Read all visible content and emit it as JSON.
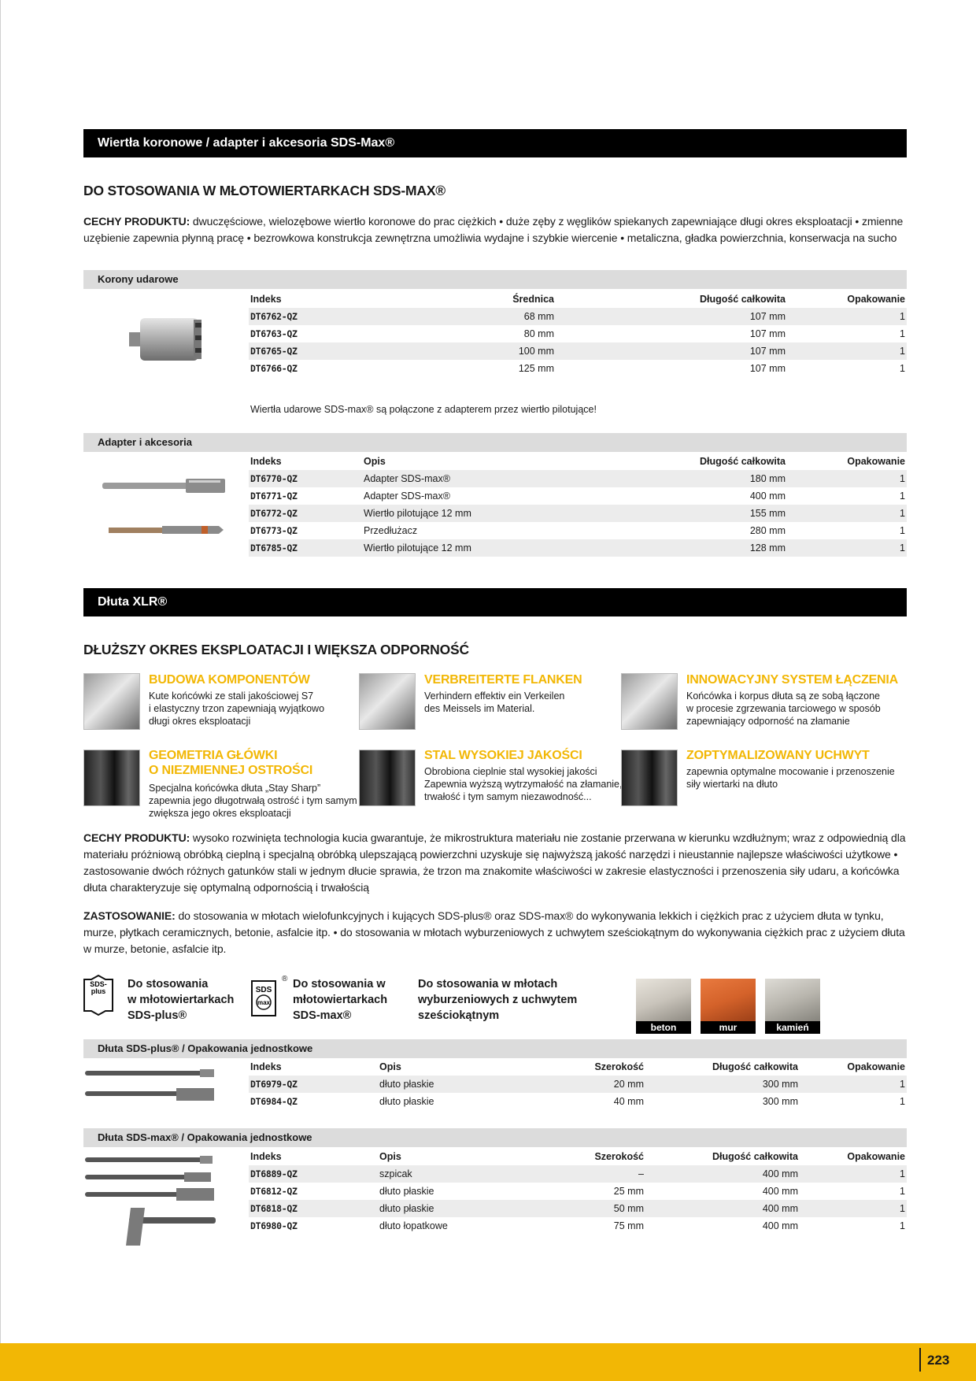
{
  "section1": {
    "title": "Wiertła koronowe / adapter i akcesoria SDS-Max®",
    "heading": "DO STOSOWANIA W MŁOTOWIERTARKACH SDS-MAX®",
    "features_label": "CECHY PRODUKTU:",
    "features_text": " dwuczęściowe, wielozębowe wiertło koronowe do prac ciężkich • duże zęby z węglików spiekanych zapewniające długi okres eksploatacji • zmienne uzębienie zapewnia płynną pracę • bezrowkowa konstrukcja zewnętrzna umożliwia wydajne i szybkie wiercenie • metaliczna, gładka powierzchnia, konserwacja na sucho"
  },
  "korony": {
    "title": "Korony udarowe",
    "headers": [
      "Indeks",
      "Średnica",
      "Długość całkowita",
      "Opakowanie"
    ],
    "rows": [
      [
        "DT6762-QZ",
        "68 mm",
        "107 mm",
        "1"
      ],
      [
        "DT6763-QZ",
        "80 mm",
        "107 mm",
        "1"
      ],
      [
        "DT6765-QZ",
        "100 mm",
        "107 mm",
        "1"
      ],
      [
        "DT6766-QZ",
        "125 mm",
        "107 mm",
        "1"
      ]
    ],
    "note": "Wiertła udarowe SDS-max® są połączone z adapterem przez wiertło pilotujące!"
  },
  "adapter": {
    "title": "Adapter  i akcesoria",
    "headers": [
      "Indeks",
      "Opis",
      "Długość całkowita",
      "Opakowanie"
    ],
    "rows": [
      [
        "DT6770-QZ",
        "Adapter SDS-max®",
        "180 mm",
        "1"
      ],
      [
        "DT6771-QZ",
        "Adapter SDS-max®",
        "400 mm",
        "1"
      ],
      [
        "DT6772-QZ",
        "Wiertło pilotujące 12 mm",
        "155 mm",
        "1"
      ],
      [
        "DT6773-QZ",
        "Przedłużacz",
        "280 mm",
        "1"
      ],
      [
        "DT6785-QZ",
        "Wiertło pilotujące 12 mm",
        "128 mm",
        "1"
      ]
    ]
  },
  "section2": {
    "title": "Dłuta XLR®",
    "heading": "DŁUŻSZY OKRES EKSPLOATACJI I WIĘKSZA ODPORNOŚĆ"
  },
  "features": [
    {
      "title": "BUDOWA KOMPONENTÓW",
      "text": [
        "Kute końcówki ze stali jakościowej S7",
        "i elastyczny trzon zapewniają wyjątkowo",
        "długi okres eksploatacji"
      ]
    },
    {
      "title": "VERBREITERTE FLANKEN",
      "text": [
        "Verhindern effektiv ein Verkeilen",
        "des Meissels im Material."
      ]
    },
    {
      "title": "INNOWACYJNY SYSTEM ŁĄCZENIA",
      "text": [
        "Końcówka i korpus dłuta są ze sobą łączone",
        "w procesie zgrzewania tarciowego w sposób",
        "zapewniający odporność na złamanie"
      ]
    },
    {
      "title": "GEOMETRIA GŁÓWKI",
      "title2": "O NIEZMIENNEJ OSTROŚCI",
      "text": [
        "Specjalna końcówka dłuta „Stay Sharp”",
        "zapewnia jego długotrwałą ostrość i tym samym",
        "zwiększa jego okres eksploatacji"
      ]
    },
    {
      "title": "STAL WYSOKIEJ JAKOŚCI",
      "text": [
        "Obrobiona cieplnie stal wysokiej jakości",
        "Zapewnia wyższą wytrzymałość na złamanie,",
        "trwałość i tym samym niezawodność..."
      ]
    },
    {
      "title": "ZOPTYMALIZOWANY UCHWYT",
      "text": [
        "zapewnia optymalne mocowanie i przenoszenie",
        "siły wiertarki na dłuto"
      ]
    }
  ],
  "features2": {
    "label": "CECHY PRODUKTU:",
    "text": " wysoko rozwinięta technologia kucia gwarantuje, że mikrostruktura materiału nie zostanie przerwana w kierunku wzdłużnym; wraz z odpowiednią dla materiału próżniową obróbką cieplną i specjalną obróbką ulepszającą powierzchni uzyskuje się najwyższą jakość narzędzi i nieustannie najlepsze właściwości użytkowe • zastosowanie dwóch różnych gatunków stali w jednym dłucie sprawia, że trzon ma znakomite właściwości w zakresie elastyczności i przenoszenia siły udaru, a końcówka dłuta charakteryzuje się optymalną odpornością i trwałością"
  },
  "application": {
    "label": "ZASTOSOWANIE:",
    "text": "  do stosowania w młotach wielofunkcyjnych i kujących SDS-plus® oraz SDS-max® do wykonywania lekkich i ciężkich prac z użyciem dłuta w tynku, murze, płytkach ceramicznych, betonie, asfalcie itp. • do stosowania w młotach wyburzeniowych z uchwytem sześciokątnym do wykonywania ciężkich prac z użyciem dłuta w murze, betonie, asfalcie itp."
  },
  "usage": [
    {
      "icon_text": [
        "SDS-",
        "plus"
      ],
      "text": [
        "Do stosowania",
        "w młotowiertarkach",
        "SDS-plus®"
      ]
    },
    {
      "icon_text": [
        "SDS",
        "max"
      ],
      "icon_mark": "®",
      "text": [
        "Do stosowania w",
        "młotowiertarkach",
        "SDS-max®"
      ]
    },
    {
      "text": [
        "Do stosowania w młotach",
        "wyburzeniowych z uchwytem",
        "sześciokątnym"
      ]
    }
  ],
  "materials": [
    {
      "label": "beton",
      "color": "#c9c4bb"
    },
    {
      "label": "mur",
      "color": "#d4622a"
    },
    {
      "label": "kamień",
      "color": "#b9b6ae"
    }
  ],
  "sdsplus": {
    "title": "Dłuta SDS-plus® / Opakowania jednostkowe",
    "headers": [
      "Indeks",
      "Opis",
      "Szerokość",
      "Długość całkowita",
      "Opakowanie"
    ],
    "rows": [
      [
        "DT6979-QZ",
        "dłuto płaskie",
        "20 mm",
        "300 mm",
        "1"
      ],
      [
        "DT6984-QZ",
        "dłuto płaskie",
        "40 mm",
        "300 mm",
        "1"
      ]
    ]
  },
  "sdsmax": {
    "title": "Dłuta SDS-max® / Opakowania jednostkowe",
    "headers": [
      "Indeks",
      "Opis",
      "Szerokość",
      "Długość całkowita",
      "Opakowanie"
    ],
    "rows": [
      [
        "DT6889-QZ",
        "szpicak",
        "–",
        "400 mm",
        "1"
      ],
      [
        "DT6812-QZ",
        "dłuto płaskie",
        "25 mm",
        "400 mm",
        "1"
      ],
      [
        "DT6818-QZ",
        "dłuto płaskie",
        "50 mm",
        "400 mm",
        "1"
      ],
      [
        "DT6980-QZ",
        "dłuto łopatkowe",
        "75 mm",
        "400 mm",
        "1"
      ]
    ]
  },
  "footer": {
    "page_number": "223",
    "color": "#f2b705"
  }
}
